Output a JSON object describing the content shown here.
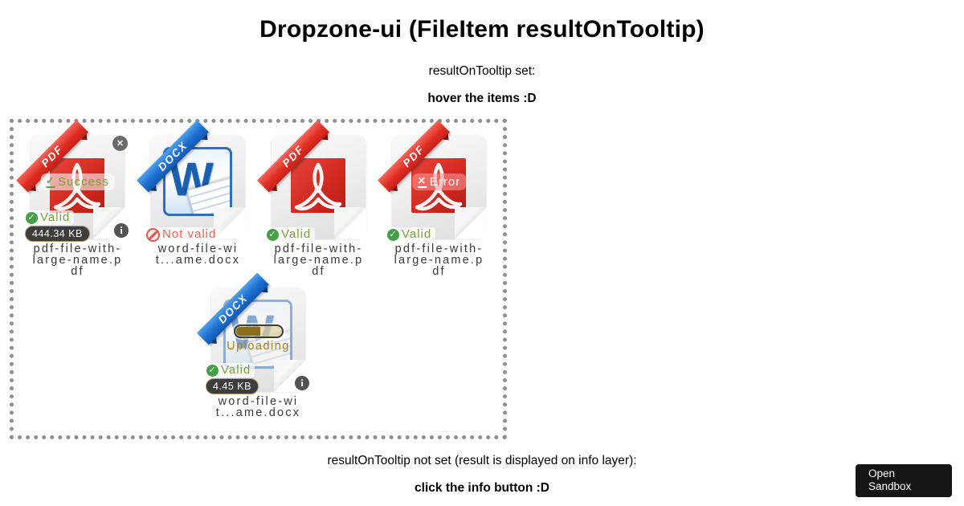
{
  "page": {
    "title": "Dropzone-ui (FileItem resultOnTooltip)",
    "subtitle_set": "resultOnTooltip set:",
    "hint_hover": "hover the items :D",
    "subtitle_not_set": "resultOnTooltip not set (result is displayed on info layer):",
    "hint_click": "click the info button :D"
  },
  "sandbox_button": {
    "label": "Open Sandbox"
  },
  "icons": {
    "success": "✓",
    "error": "✕",
    "close": "✕",
    "info": "i"
  },
  "colors": {
    "pdf_ribbon": "#e02e24",
    "docx_ribbon": "#1d6fd2",
    "valid_text": "#7aa03c",
    "valid_circle": "#43a047",
    "invalid_text": "#f2635a",
    "uploading": "#a5851b",
    "size_badge_bg": "#3d3d3d",
    "sandbox_bg": "#151515",
    "dropzone_border": "#8f8f8f"
  },
  "dropzone": {
    "items": [
      {
        "type": "pdf",
        "ribbon": "PDF",
        "tooltip": {
          "kind": "success",
          "text": "Success"
        },
        "status": {
          "kind": "valid",
          "label": "Valid"
        },
        "size": "444.34 KB",
        "has_info": true,
        "has_close": true,
        "name_lines": [
          "pdf-file-with-",
          "large-name.p",
          "df"
        ]
      },
      {
        "type": "docx",
        "ribbon": "DOCX",
        "status": {
          "kind": "invalid",
          "label": "Not valid"
        },
        "name_lines": [
          "word-file-wi",
          "t...ame.docx"
        ]
      },
      {
        "type": "pdf",
        "ribbon": "PDF",
        "status": {
          "kind": "valid",
          "label": "Valid"
        },
        "name_lines": [
          "pdf-file-with-",
          "large-name.p",
          "df"
        ]
      },
      {
        "type": "pdf",
        "ribbon": "PDF",
        "tooltip": {
          "kind": "error",
          "text": "Error"
        },
        "status": {
          "kind": "valid",
          "label": "Valid"
        },
        "name_lines": [
          "pdf-file-with-",
          "large-name.p",
          "df"
        ]
      },
      {
        "type": "docx",
        "ribbon": "DOCX",
        "uploading": {
          "label": "Uploading",
          "percent": 55
        },
        "status": {
          "kind": "valid",
          "label": "Valid"
        },
        "size": "4.45 KB",
        "has_info": true,
        "name_lines": [
          "word-file-wi",
          "t...ame.docx"
        ]
      }
    ]
  }
}
